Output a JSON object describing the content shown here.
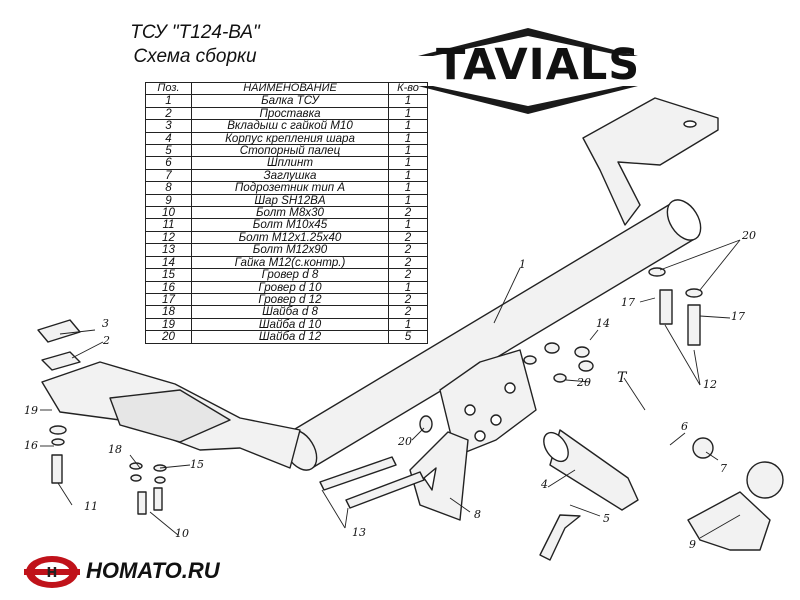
{
  "title": "ТСУ \"Т124-ВА\"",
  "subtitle": "Схема сборки",
  "table": {
    "headers": [
      "Поз.",
      "НАИМЕНОВАНИЕ",
      "К-во"
    ],
    "rows": [
      [
        "1",
        "Балка ТСУ",
        "1"
      ],
      [
        "2",
        "Проставка",
        "1"
      ],
      [
        "3",
        "Вкладыш с гайкой М10",
        "1"
      ],
      [
        "4",
        "Корпус крепления шара",
        "1"
      ],
      [
        "5",
        "Стопорный палец",
        "1"
      ],
      [
        "6",
        "Шплинт",
        "1"
      ],
      [
        "7",
        "Заглушка",
        "1"
      ],
      [
        "8",
        "Подрозетник тип А",
        "1"
      ],
      [
        "9",
        "Шар SH12BA",
        "1"
      ],
      [
        "10",
        "Болт М8х30",
        "2"
      ],
      [
        "11",
        "Болт М10х45",
        "1"
      ],
      [
        "12",
        "Болт М12х1.25х40",
        "2"
      ],
      [
        "13",
        "Болт М12х90",
        "2"
      ],
      [
        "14",
        "Гайка М12(с.контр.)",
        "2"
      ],
      [
        "15",
        "Гровер d 8",
        "2"
      ],
      [
        "16",
        "Гровер d 10",
        "1"
      ],
      [
        "17",
        "Гровер d 12",
        "2"
      ],
      [
        "18",
        "Шайба d 8",
        "2"
      ],
      [
        "19",
        "Шайба d 10",
        "1"
      ],
      [
        "20",
        "Шайба d 12",
        "5"
      ]
    ]
  },
  "logo": "TAVIALS",
  "brand": "HOMATO.RU",
  "callouts": {
    "c1": "1",
    "c2": "2",
    "c3": "3",
    "c4": "4",
    "c5": "5",
    "c6": "6",
    "c7": "7",
    "c8": "8",
    "c9": "9",
    "c10": "10",
    "c11": "11",
    "c12": "12",
    "c13": "13",
    "c14": "14",
    "c15": "15",
    "c16": "16",
    "c17a": "17",
    "c17b": "17",
    "c18": "18",
    "c19": "19",
    "c20a": "20",
    "c20b": "20",
    "c20c": "20",
    "cT": "T"
  },
  "colors": {
    "line": "#222222",
    "metal": "#f2f2f2",
    "brand_red": "#c0121a"
  }
}
